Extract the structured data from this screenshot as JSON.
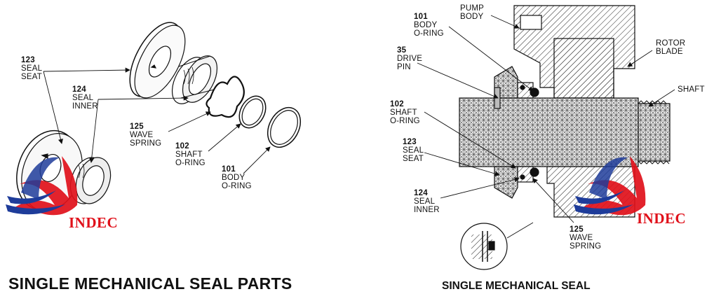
{
  "brand": {
    "name": "INDEC",
    "primary_color": "#e0101a",
    "secondary_color": "#1e3c9a"
  },
  "exploded_view": {
    "caption": "SINGLE MECHANICAL SEAL PARTS",
    "labels": [
      {
        "id": "seal-seat",
        "number": "123",
        "text": "SEAL\nSEAT"
      },
      {
        "id": "seal-inner",
        "number": "124",
        "text": "SEAL\nINNER"
      },
      {
        "id": "wave-spring",
        "number": "125",
        "text": "WAVE\nSPRING"
      },
      {
        "id": "shaft-oring",
        "number": "102",
        "text": "SHAFT\nO-RING"
      },
      {
        "id": "body-oring",
        "number": "101",
        "text": "BODY\nO-RING"
      }
    ]
  },
  "section_view": {
    "caption": "SINGLE MECHANICAL SEAL",
    "labels": [
      {
        "id": "body-oring",
        "number": "101",
        "text": "BODY\nO-RING"
      },
      {
        "id": "pump-body",
        "number": "",
        "text": "PUMP\nBODY"
      },
      {
        "id": "drive-pin",
        "number": "35",
        "text": "DRIVE\nPIN"
      },
      {
        "id": "rotor-blade",
        "number": "",
        "text": "ROTOR\nBLADE"
      },
      {
        "id": "shaft",
        "number": "",
        "text": "SHAFT"
      },
      {
        "id": "shaft-oring",
        "number": "102",
        "text": "SHAFT\nO-RING"
      },
      {
        "id": "seal-seat",
        "number": "123",
        "text": "SEAL\nSEAT"
      },
      {
        "id": "seal-inner",
        "number": "124",
        "text": "SEAL\nINNER"
      },
      {
        "id": "wave-spring",
        "number": "125",
        "text": "WAVE\nSPRING"
      }
    ]
  }
}
